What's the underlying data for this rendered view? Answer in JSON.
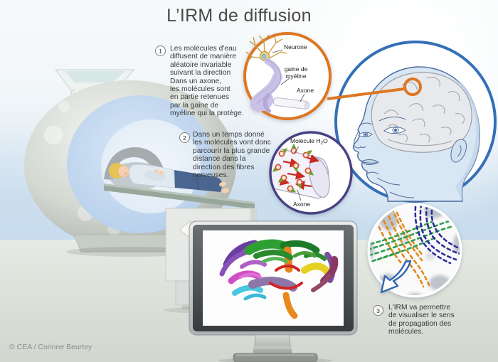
{
  "title": "L’IRM de diffusion",
  "credit": "© CEA / Corinne Beurtey",
  "steps": [
    {
      "number": "1",
      "lines": [
        "Les molécules d'eau",
        "diffusent de manière",
        "aléatoire invariable",
        "suivant la direction",
        "Dans un axone,",
        "les molécules sont",
        "en partie retenues",
        "par la gaine de",
        "myéline qui la protège."
      ]
    },
    {
      "number": "2",
      "lines": [
        "Dans un temps donné",
        "les molécules vont donc",
        "parcourir la plus grande",
        "distance dans la",
        "direction des fibres",
        "nerveuses."
      ]
    },
    {
      "number": "3",
      "lines": [
        "L'IRM va permettre",
        "de visualiser le sens",
        "de propagation des",
        "molécules."
      ]
    }
  ],
  "neuron_inset": {
    "neurone_label": "Neurone",
    "myelin_label": [
      "gaine de",
      "myéline"
    ],
    "axon_label": "Axone"
  },
  "molecule_inset": {
    "molecule_label_prefix": "Molécule H",
    "molecule_label_sub": "2",
    "molecule_label_suffix": "O",
    "axon_label": "Axone"
  },
  "colors": {
    "accent_orange": "#dd7722",
    "head_circle_blue": "#3470b8",
    "molecule_circle_navy": "#474284",
    "fiber_orange": "#e2891c",
    "fiber_green": "#2f9e4a",
    "fiber_navy": "#2b2b9e",
    "diffusion_arrow_red": "#c92a22",
    "molecule_arrow_green": "#69a32e"
  }
}
